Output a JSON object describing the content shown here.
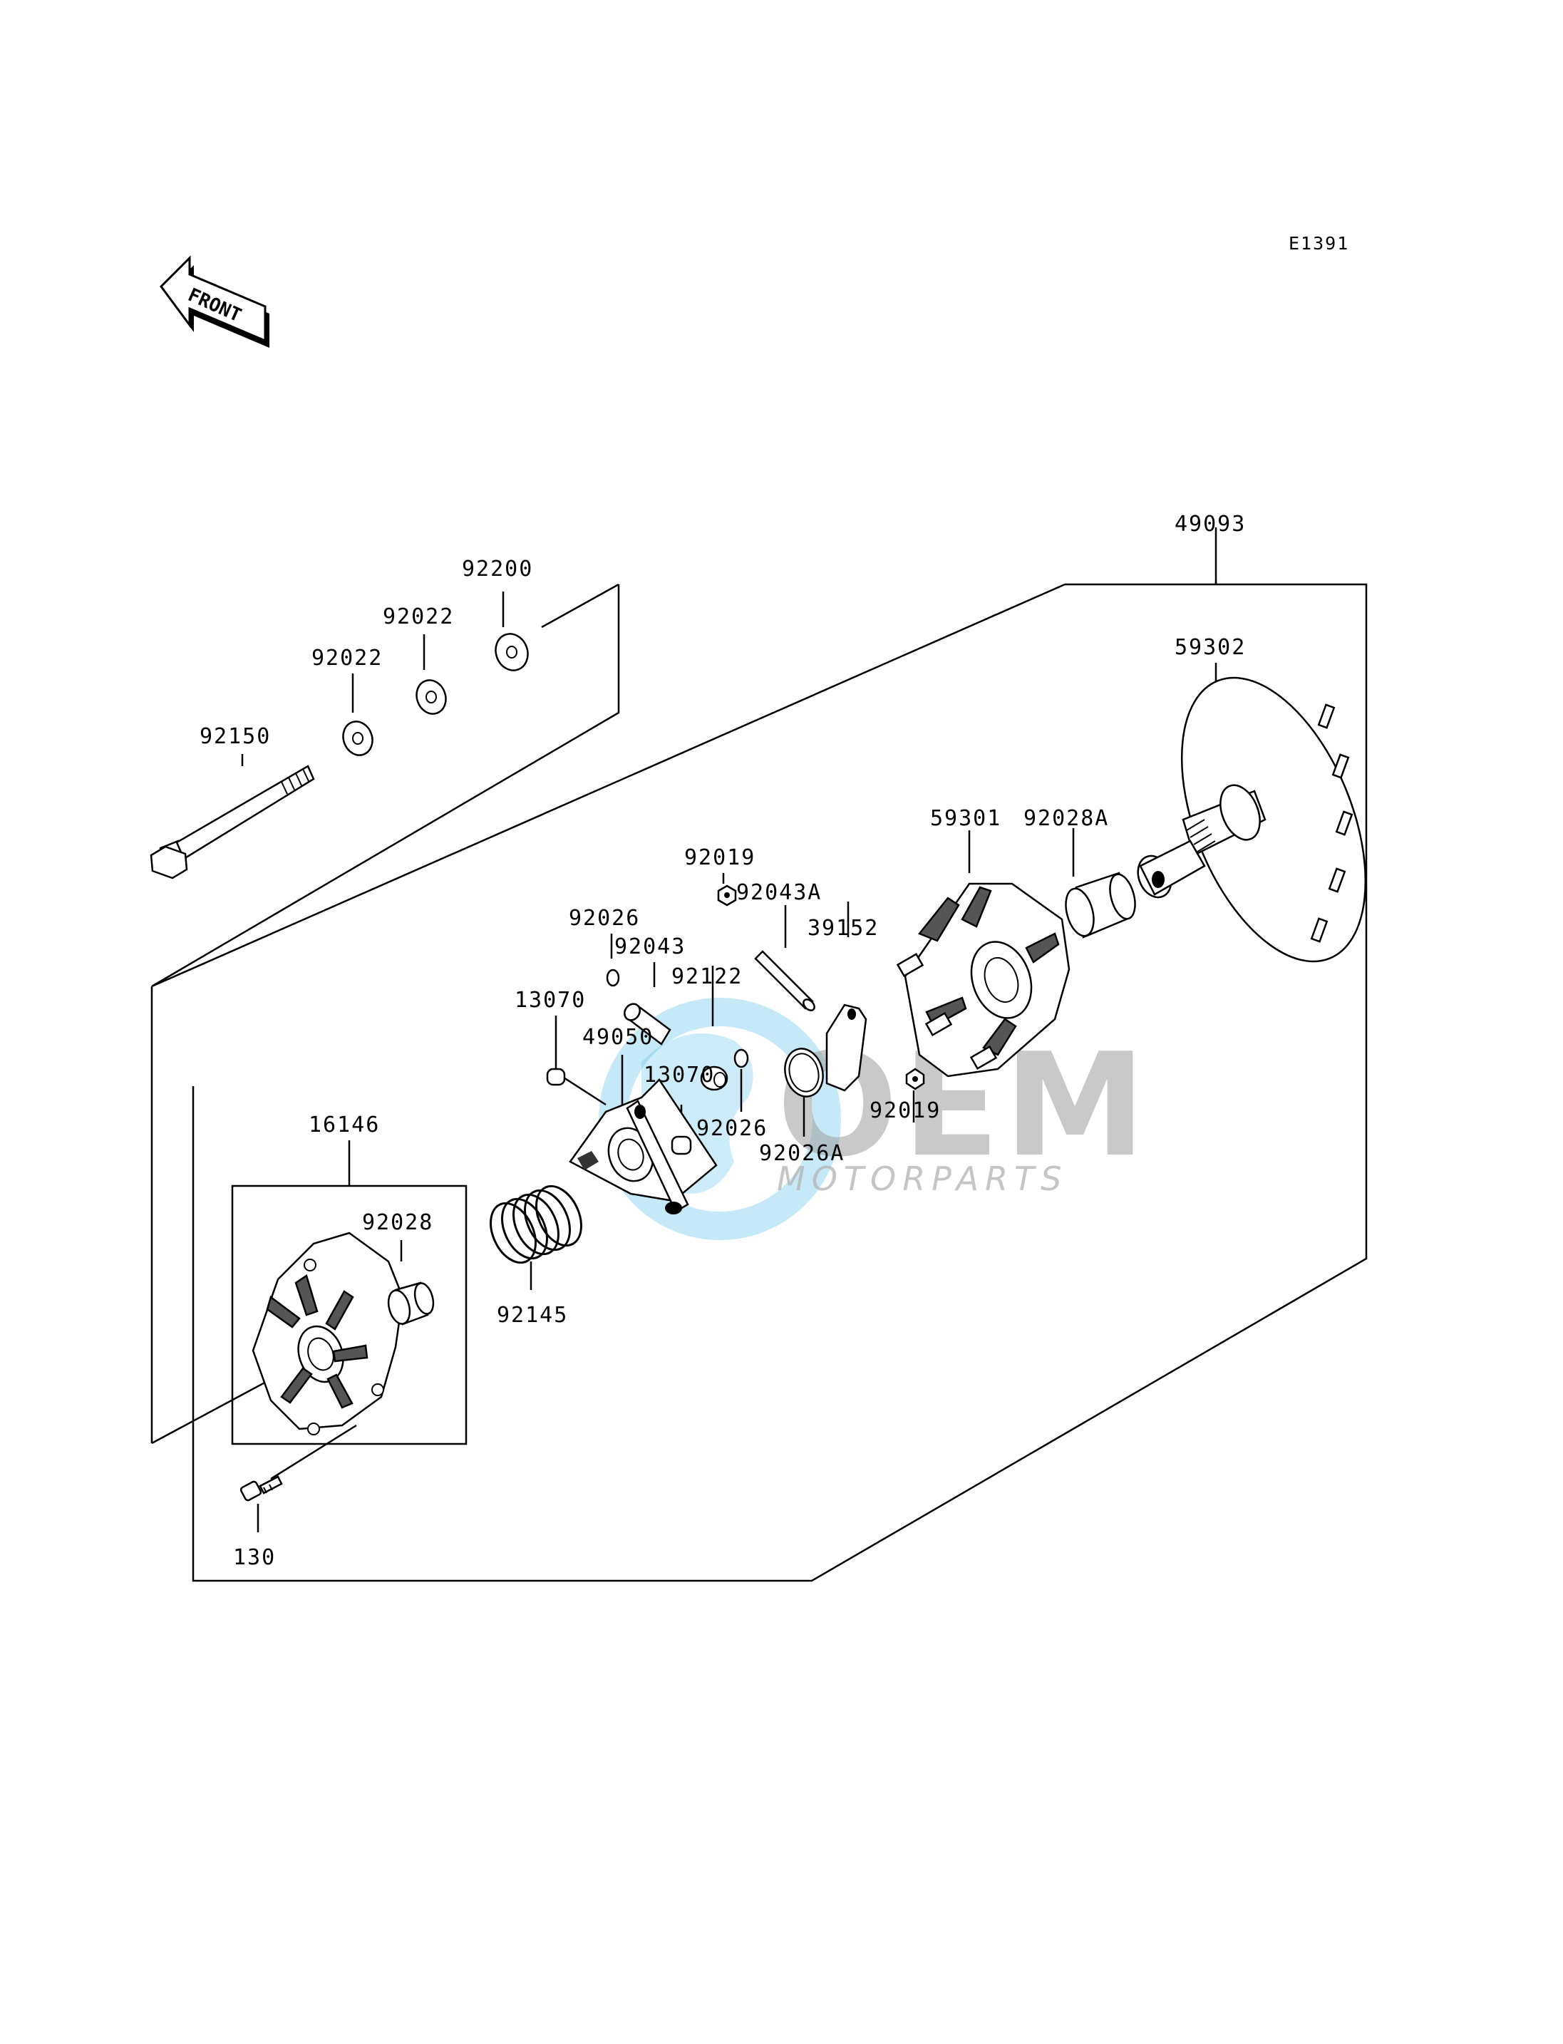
{
  "diagram_code": "E1391",
  "front_label": "FRONT",
  "watermark": {
    "brand": "OEM",
    "sub": "MOTORPARTS",
    "accent_color": "#5bc0eb",
    "text_color": "#9e9e9e"
  },
  "parts": {
    "p49093": "49093",
    "p59302": "59302",
    "p59301": "59301",
    "p92028A": "92028A",
    "p92200": "92200",
    "p92022a": "92022",
    "p92022b": "92022",
    "p92150": "92150",
    "p92019a": "92019",
    "p92043A": "92043A",
    "p39152": "39152",
    "p92026a": "92026",
    "p92043": "92043",
    "p92122": "92122",
    "p13070a": "13070",
    "p49050": "49050",
    "p13070b": "13070",
    "p92026b": "92026",
    "p92026A": "92026A",
    "p92019b": "92019",
    "p16146": "16146",
    "p92028": "92028",
    "p92145": "92145",
    "p130": "130"
  }
}
